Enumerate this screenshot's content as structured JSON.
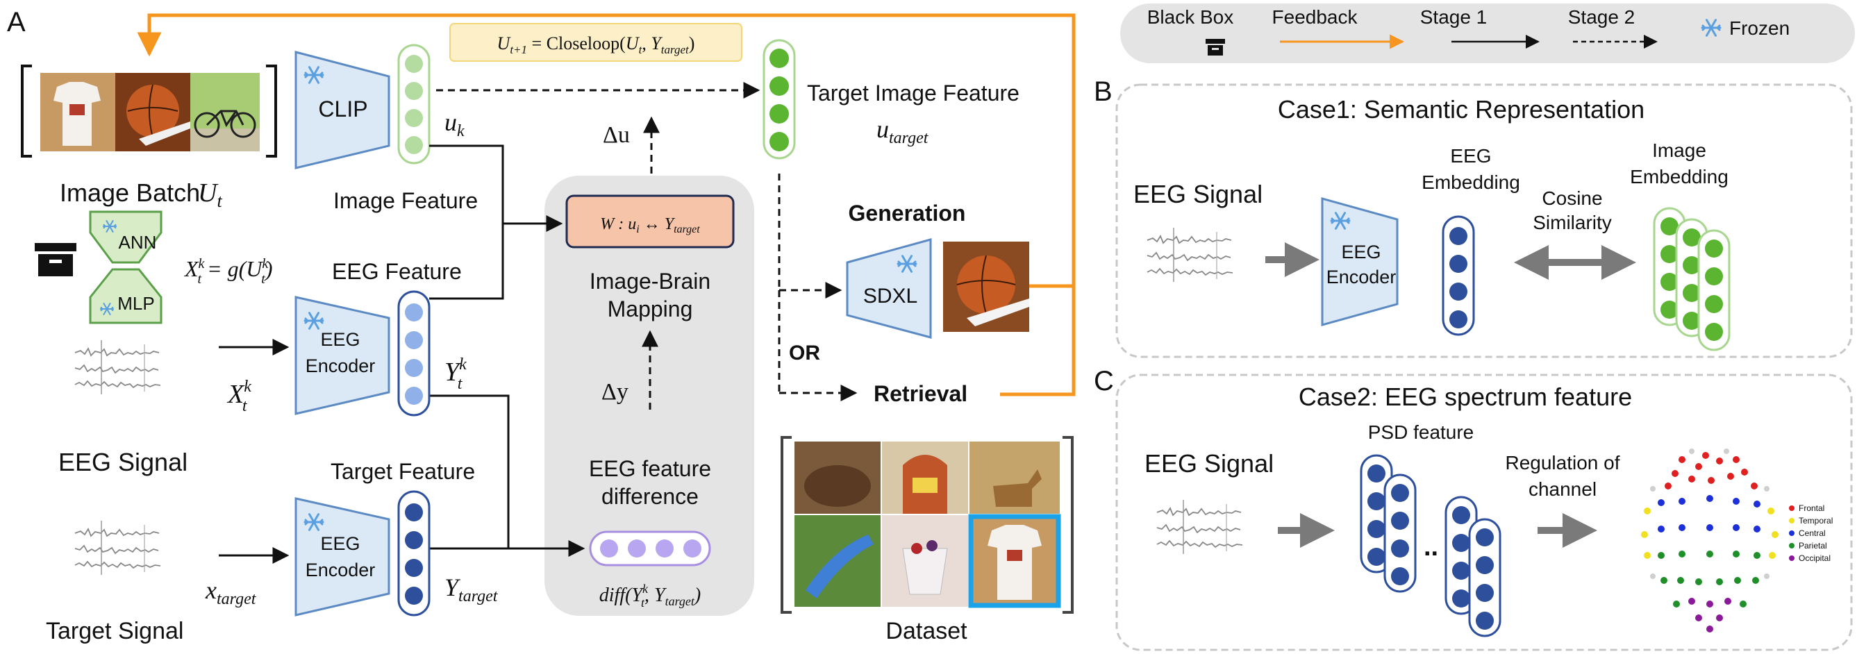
{
  "panel_labels": {
    "a": "A",
    "b": "B",
    "c": "C"
  },
  "legend": {
    "black_box": "Black Box",
    "feedback": "Feedback",
    "stage1": "Stage 1",
    "stage2": "Stage 2",
    "frozen": "Frozen"
  },
  "panel_a": {
    "image_batch_label": "Image Batch",
    "image_batch_symbol": "U",
    "image_batch_sub": "t",
    "clip_label": "CLIP",
    "closeloop_eq": "U_{t+1} = Closeloop(U_t, Y_target)",
    "u_k": "u",
    "u_k_sub": "k",
    "delta_u": "Δu",
    "target_image_feature": "Target Image Feature",
    "u_target": "u",
    "u_target_sub": "target",
    "image_feature": "Image Feature",
    "mapping_eq": "W : u_i ↔ Y_target",
    "mapping_label_1": "Image-Brain",
    "mapping_label_2": "Mapping",
    "delta_y": "Δy",
    "eeg_diff_label_1": "EEG feature",
    "eeg_diff_label_2": "difference",
    "diff_eq": "diff(Y_t^k, Y_target)",
    "ann_label": "ANN",
    "mlp_label": "MLP",
    "xtk_eq": "X_t^k = g(U_t^k)",
    "eeg_feature": "EEG Feature",
    "eeg_encoder_1": "EEG",
    "eeg_encoder_2": "Encoder",
    "ytk": "Y",
    "ytk_sup": "k",
    "ytk_sub": "t",
    "xtk": "X",
    "xtk_sup": "k",
    "xtk_sub": "t",
    "eeg_signal": "EEG Signal",
    "target_feature": "Target Feature",
    "y_target": "Y",
    "y_target_sub": "target",
    "x_target": "x",
    "x_target_sub": "target",
    "target_signal": "Target Signal",
    "generation": "Generation",
    "sdxl": "SDXL",
    "or": "OR",
    "retrieval": "Retrieval",
    "dataset": "Dataset"
  },
  "panel_b": {
    "title": "Case1: Semantic Representation",
    "eeg_signal": "EEG Signal",
    "eeg_embedding_1": "EEG",
    "eeg_embedding_2": "Embedding",
    "encoder_1": "EEG",
    "encoder_2": "Encoder",
    "cosine_1": "Cosine",
    "cosine_2": "Similarity",
    "image_embedding_1": "Image",
    "image_embedding_2": "Embedding"
  },
  "panel_c": {
    "title": "Case2: EEG spectrum feature",
    "eeg_signal": "EEG Signal",
    "psd_feature": "PSD feature",
    "ellipsis": "..",
    "regulation_1": "Regulation of",
    "regulation_2": "channel",
    "legend": [
      "Frontal",
      "Temporal",
      "Central",
      "Parietal",
      "Occipital"
    ]
  },
  "colors": {
    "feedback": "#f7961e",
    "encoder_fill": "#dbe8f6",
    "encoder_stroke": "#5b8ac4",
    "green_dot": "#5cb531",
    "light_blue_dot": "#8fb0e8",
    "dark_blue_dot": "#2d4f9c",
    "purple_dot": "#b8a6f0",
    "mapping_fill": "#f6c4a8",
    "closeloop_fill": "#fdf0c8",
    "gray_panel": "#e4e4e4",
    "net_green": "#d8ecc8"
  },
  "icons": {
    "frozen": "snowflake-icon",
    "black_box": "black-box-icon"
  }
}
